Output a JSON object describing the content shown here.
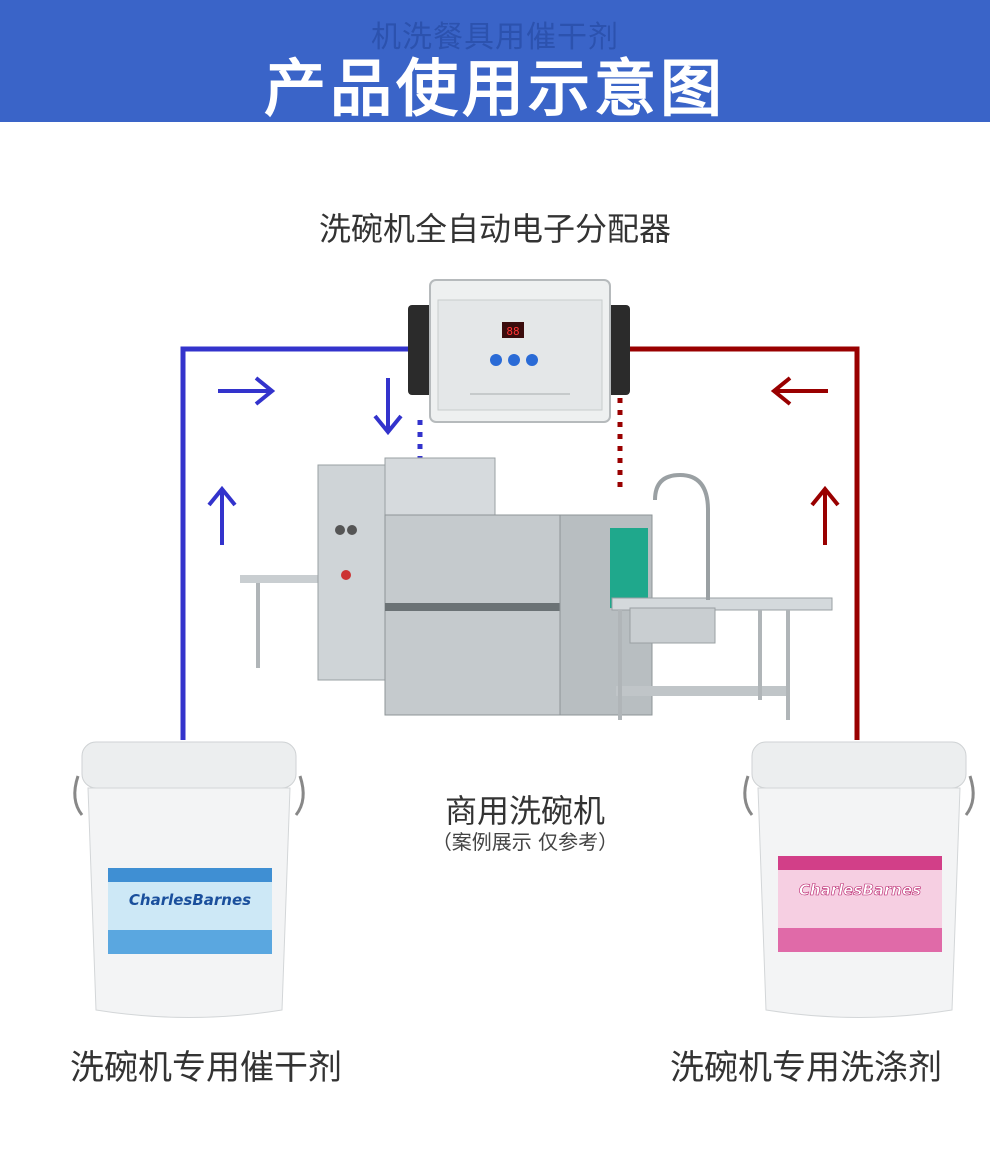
{
  "header": {
    "subtitle": "机洗餐具用催干剂",
    "title": "产品使用示意图",
    "bg_color": "#3a64c8"
  },
  "dispenser": {
    "label": "洗碗机全自动电子分配器"
  },
  "machine": {
    "label": "商用洗碗机",
    "note": "（案例展示 仅参考）"
  },
  "products": {
    "left": {
      "label": "洗碗机专用催干剂",
      "brand": "CharlesBarnes",
      "line_color": "#3333cc"
    },
    "right": {
      "label": "洗碗机专用洗涤剂",
      "brand": "CharlesBarnes",
      "line_color": "#990000"
    }
  },
  "icons": [
    "arrow-right-icon",
    "arrow-down-icon",
    "arrow-up-icon",
    "arrow-left-icon"
  ]
}
